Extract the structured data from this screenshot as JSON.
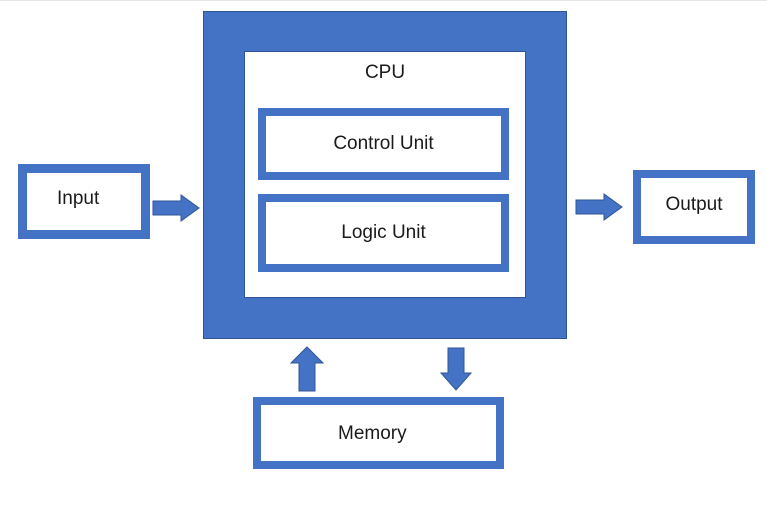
{
  "diagram": {
    "cpu": {
      "label": "CPU"
    },
    "control_unit": {
      "label": "Control Unit"
    },
    "logic_unit": {
      "label": "Logic Unit"
    },
    "input": {
      "label": "Input"
    },
    "output": {
      "label": "Output"
    },
    "memory": {
      "label": "Memory"
    }
  },
  "colors": {
    "block_fill": "#4472c4",
    "block_border": "#2f5597",
    "text": "#1a1a1a",
    "background": "#ffffff"
  }
}
